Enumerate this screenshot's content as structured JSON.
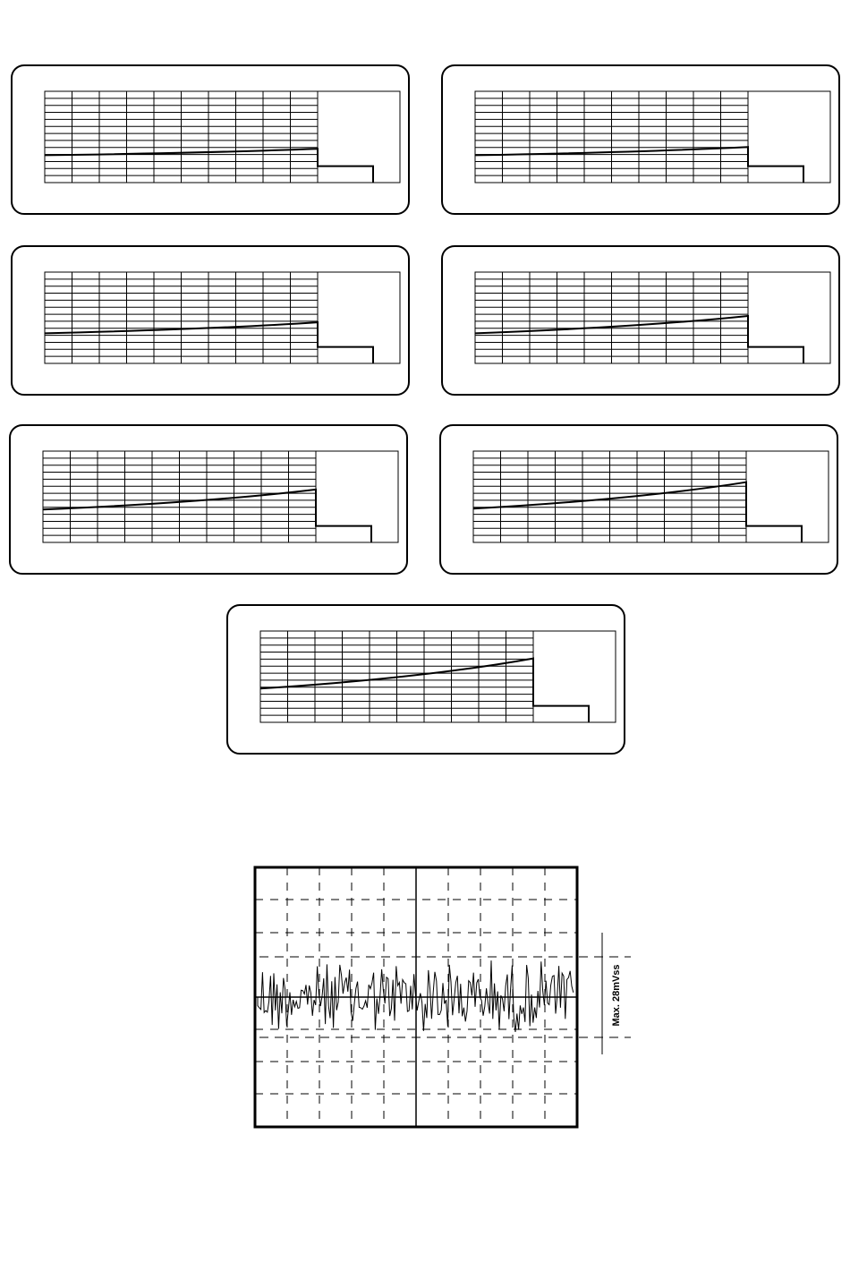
{
  "ramp_screens": [
    {
      "ramp": [
        0.7,
        0.63
      ]
    },
    {
      "ramp": [
        0.7,
        0.61
      ]
    },
    {
      "ramp": [
        0.67,
        0.55
      ]
    },
    {
      "ramp": [
        0.67,
        0.48
      ]
    },
    {
      "ramp": [
        0.64,
        0.42
      ]
    },
    {
      "ramp": [
        0.63,
        0.34
      ]
    },
    {
      "ramp": [
        0.63,
        0.3
      ]
    }
  ],
  "noise_screen": {
    "label": "Max. 28mVss",
    "peak_fraction": 0.45
  }
}
